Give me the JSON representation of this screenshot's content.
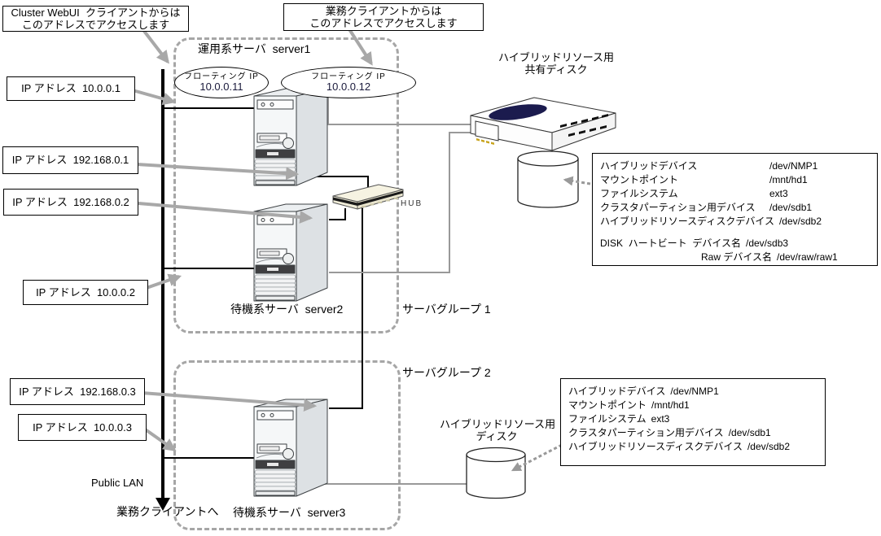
{
  "callout_webui": {
    "line1": "Cluster WebUI  クライアントからは",
    "line2": "このアドレスでアクセスします"
  },
  "callout_client": {
    "line1": "業務クライアントからは",
    "line2": "このアドレスでアクセスします"
  },
  "floating_ip_1": {
    "label": "フローティング IP",
    "ip": "10.0.0.11"
  },
  "floating_ip_2": {
    "label": "フローティング IP",
    "ip": "10.0.0.12"
  },
  "server1_label": "運用系サーバ  server1",
  "server2_label": "待機系サーバ  server2",
  "server3_label": "待機系サーバ  server3",
  "group1_label": "サーバグループ 1",
  "group2_label": "サーバグループ 2",
  "hub_label": "HUB",
  "public_lan_label": "Public LAN",
  "to_clients_label": "業務クライアントへ",
  "shared_disk_label": {
    "line1": "ハイブリッドリソース用",
    "line2": "共有ディスク"
  },
  "disk2_label": {
    "line1": "ハイブリッドリソース用",
    "line2": "ディスク"
  },
  "ip_boxes": {
    "pub1": "IP アドレス  10.0.0.1",
    "ic1": "IP アドレス  192.168.0.1",
    "ic2": "IP アドレス  192.168.0.2",
    "pub2": "IP アドレス  10.0.0.2",
    "ic3": "IP アドレス  192.168.0.3",
    "pub3": "IP アドレス  10.0.0.3"
  },
  "info_box_shared": {
    "rows": [
      {
        "label": "ハイブリッドデバイス",
        "value": "/dev/NMP1"
      },
      {
        "label": "マウントポイント",
        "value": "/mnt/hd1"
      },
      {
        "label": "ファイルシステム",
        "value": "ext3"
      },
      {
        "label": "クラスタパーティション用デバイス",
        "value": "/dev/sdb1"
      },
      {
        "label": "ハイブリッドリソースディスクデバイス",
        "value": "/dev/sdb2"
      }
    ],
    "heartbeat_row": {
      "label": "DISK  ハートビート  デバイス名",
      "value": "/dev/sdb3"
    },
    "raw_row": {
      "label": "Raw デバイス名",
      "value": "/dev/raw/raw1"
    }
  },
  "info_box_disk": {
    "rows": [
      {
        "label": "ハイブリッドデバイス",
        "value": "/dev/NMP1"
      },
      {
        "label": "マウントポイント",
        "value": "/mnt/hd1"
      },
      {
        "label": "ファイルシステム",
        "value": "ext3"
      },
      {
        "label": "クラスタパーティション用デバイス",
        "value": "/dev/sdb1"
      },
      {
        "label": "ハイブリッドリソースディスクデバイス",
        "value": "/dev/sdb2"
      }
    ]
  },
  "colors": {
    "connector_black": "#000000",
    "connector_gray": "#999999",
    "leader_arrow_gray": "#a8a8a8",
    "frame_dash_gray": "#a6a6a6",
    "disk_top_navy": "#1b1b4e"
  }
}
